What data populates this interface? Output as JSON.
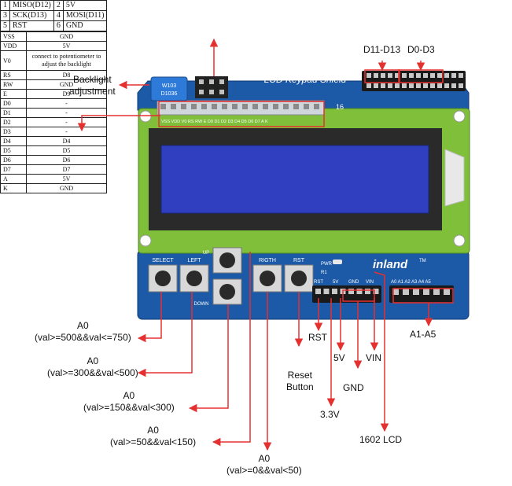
{
  "spi_table": [
    [
      "1",
      "MISO(D12)",
      "2",
      "5V"
    ],
    [
      "3",
      "SCK(D13)",
      "4",
      "MOSI(D11)"
    ],
    [
      "5",
      "RST",
      "6",
      "GND"
    ]
  ],
  "pin_table": [
    [
      "VSS",
      "GND"
    ],
    [
      "VDD",
      "5V"
    ],
    [
      "V0",
      "connect to potentiometer to adjust the backlight"
    ],
    [
      "RS",
      "D8"
    ],
    [
      "RW",
      "GND"
    ],
    [
      "E",
      "D9"
    ],
    [
      "D0",
      "-"
    ],
    [
      "D1",
      "-"
    ],
    [
      "D2",
      "-"
    ],
    [
      "D3",
      "-"
    ],
    [
      "D4",
      "D4"
    ],
    [
      "D5",
      "D5"
    ],
    [
      "D6",
      "D6"
    ],
    [
      "D7",
      "D7"
    ],
    [
      "A",
      "5V"
    ],
    [
      "K",
      "GND"
    ]
  ],
  "labels": {
    "backlight_1": "Backlight",
    "backlight_2": "adjustment",
    "d11_d13": "D11-D13",
    "d0_d3": "D0-D3",
    "a0_select_1": "A0",
    "a0_select_2": "(val>=500&&val<=750)",
    "a0_left_1": "A0",
    "a0_left_2": "(val>=300&&val<500)",
    "a0_down_1": "A0",
    "a0_down_2": "(val>=150&&val<300)",
    "a0_up_1": "A0",
    "a0_up_2": "(val>=50&&val<150)",
    "a0_right_1": "A0",
    "a0_right_2": "(val>=0&&val<50)",
    "rst": "RST",
    "v5": "5V",
    "vin": "VIN",
    "a1_a5": "A1-A5",
    "reset_1": "Reset",
    "reset_2": "Button",
    "gnd": "GND",
    "v33": "3.3V",
    "lcd1602": "1602 LCD"
  },
  "board": {
    "title": "LCD Keypad Shield",
    "brand": "inland",
    "trademark": "TM",
    "pot_1": "W103",
    "pot_2": "D1036",
    "pin16": "16",
    "pin_row": "VSS VDD V0 RS RW E D0 D1 D2 D3 D4 D5 D6 D7 A K",
    "btn_select": "SELECT",
    "btn_left": "LEFT",
    "btn_up": "UP",
    "btn_down": "DOWN",
    "btn_right": "RIGTH",
    "btn_rst": "RST",
    "pwr": "PWR",
    "r1": "R1",
    "hdr_rst": "RST",
    "hdr_5v": "5V",
    "hdr_gnd": "GND",
    "hdr_vin": "VIN",
    "analog": "A0 A1 A2 A3 A4 A5"
  },
  "colors": {
    "board": "#1c5aa8",
    "lcd": "#2f3fc0",
    "frame": "#7fbf3a",
    "arrow": "#e53030"
  }
}
